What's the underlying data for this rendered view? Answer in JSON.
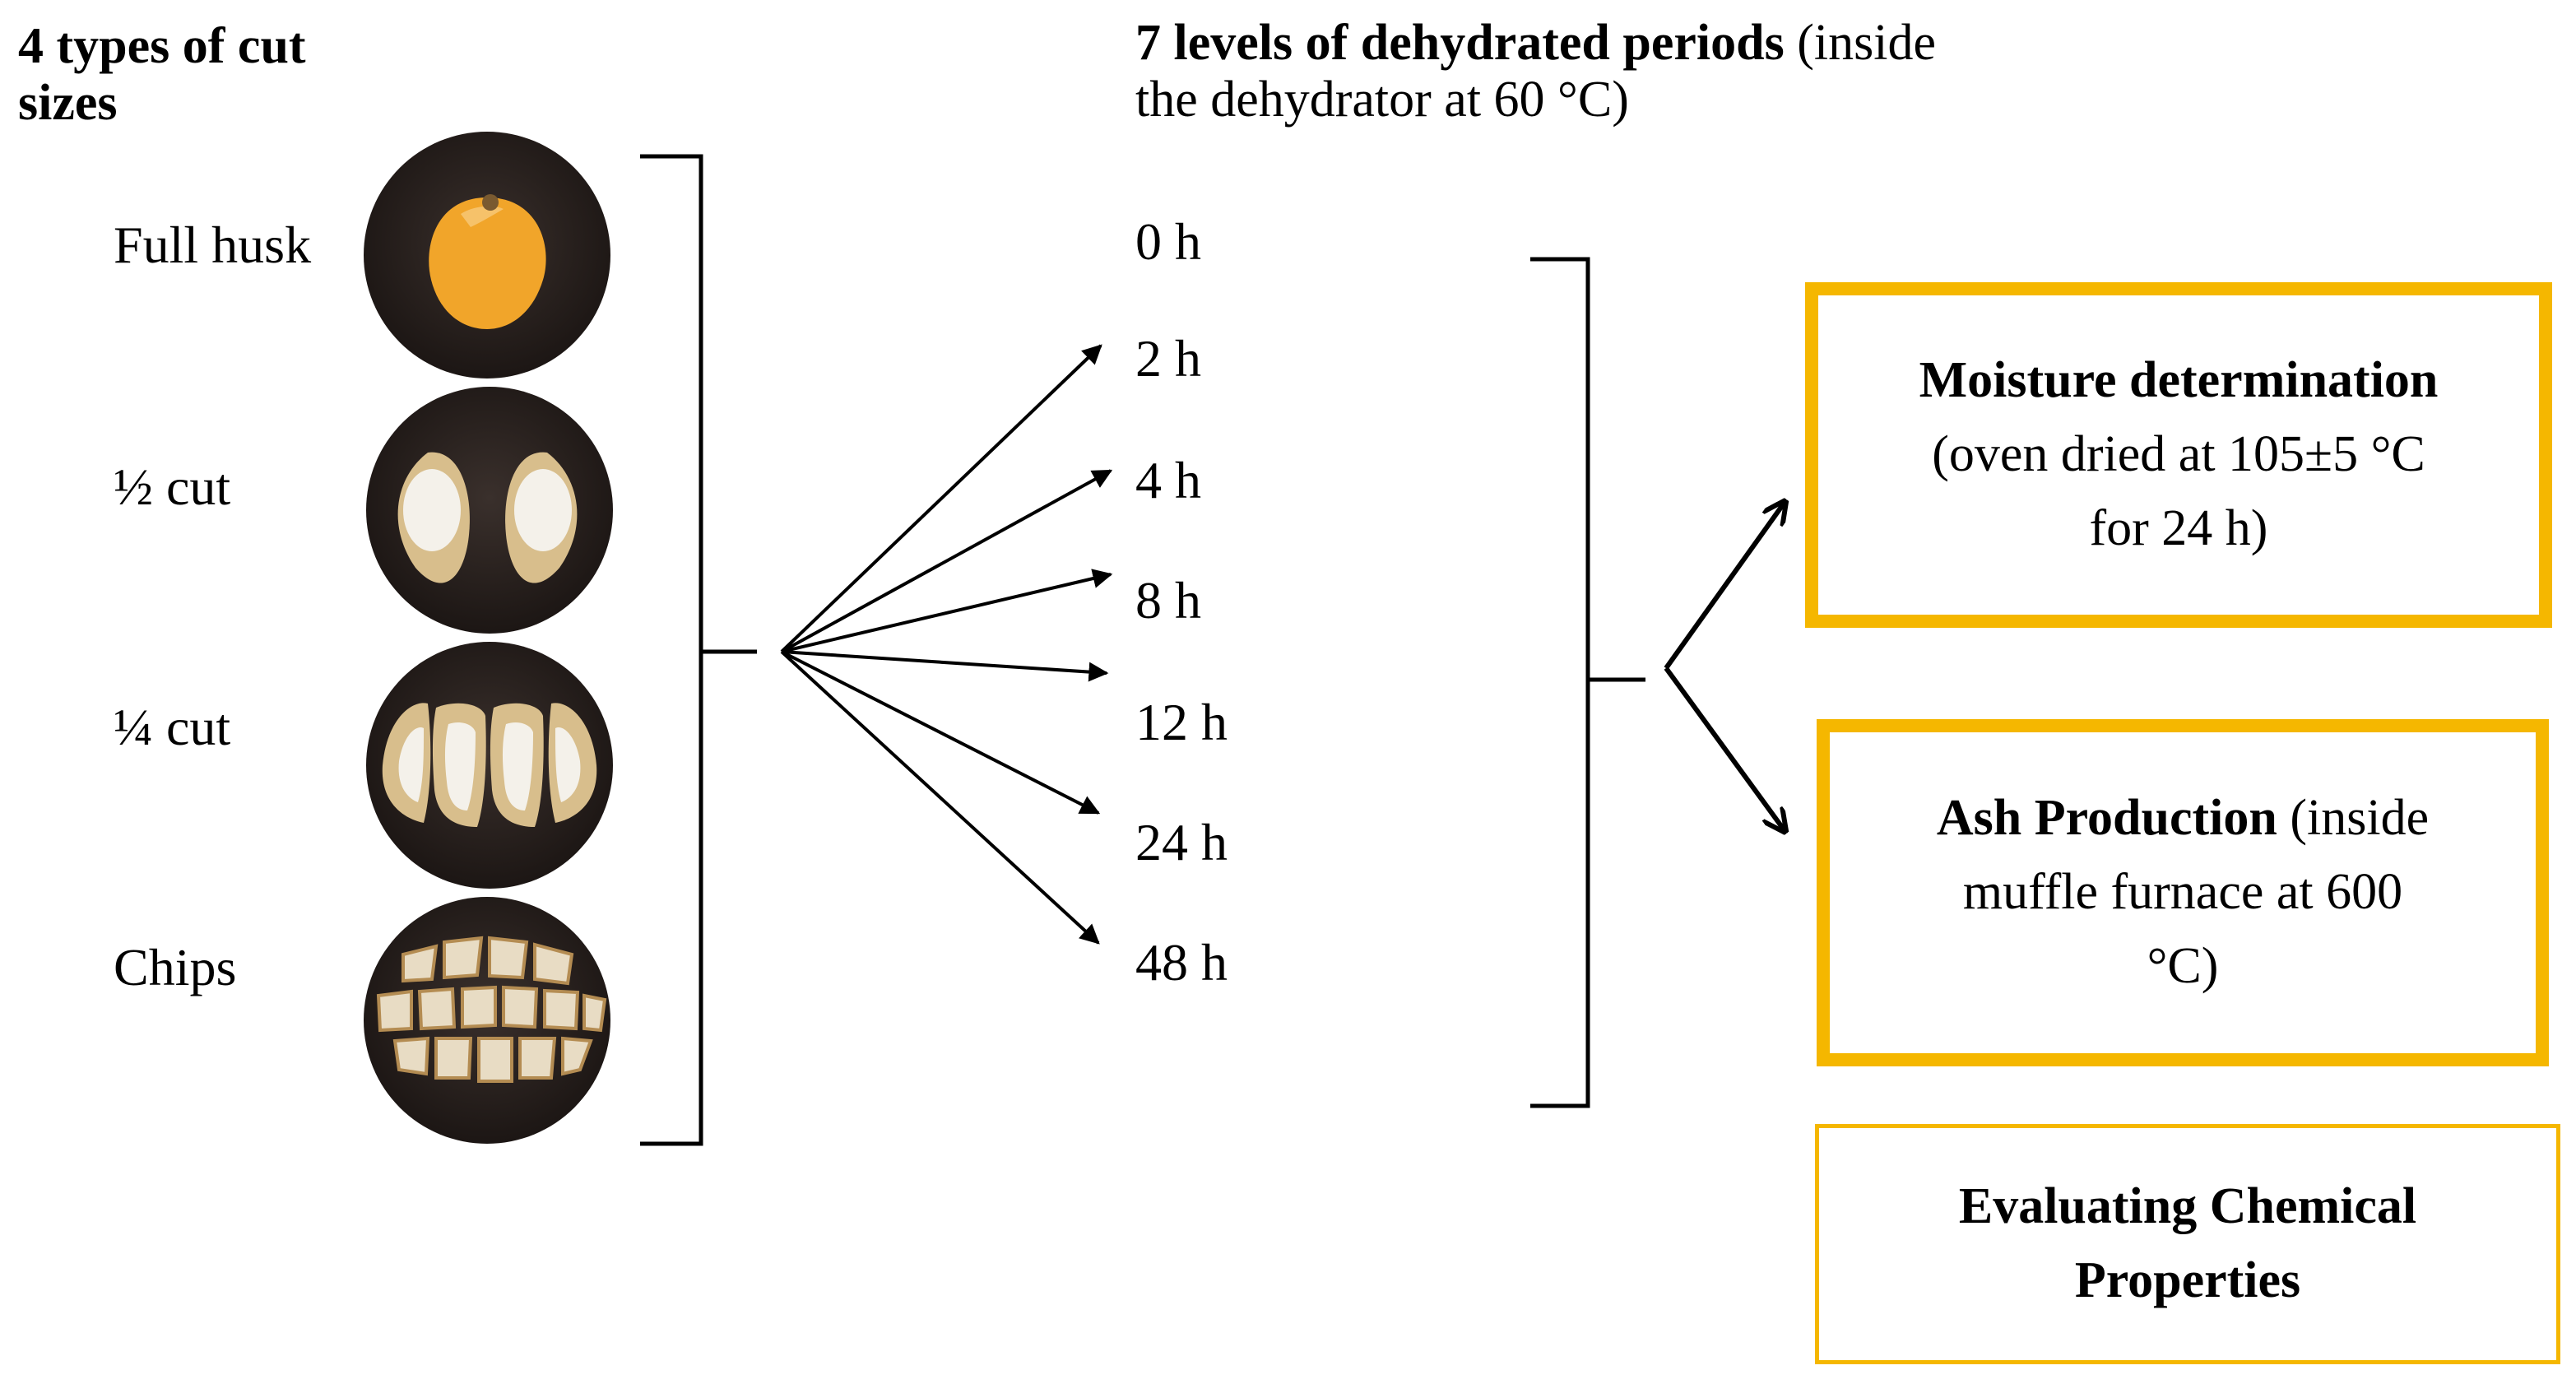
{
  "cut_sizes": {
    "heading_line1": "4 types of cut",
    "heading_line2": "sizes",
    "items": [
      {
        "label": "Full husk",
        "icon": "whole-husk-icon"
      },
      {
        "label": "½ cut",
        "icon": "half-cut-husk-icon"
      },
      {
        "label": "¼ cut",
        "icon": "quarter-cut-husk-icon"
      },
      {
        "label": "Chips",
        "icon": "husk-chips-icon"
      }
    ]
  },
  "dehydration": {
    "heading_bold": "7 levels of dehydrated periods",
    "heading_rest": " (inside",
    "heading_line2": "the dehydrator at 60 °C)",
    "periods": [
      "0 h",
      "2 h",
      "4 h",
      "8 h",
      "12 h",
      "24 h",
      "48 h"
    ]
  },
  "analyses": {
    "moisture": {
      "title": "Moisture determination",
      "line2": "(oven dried at 105±5 °C",
      "line3": "for 24 h)"
    },
    "ash": {
      "title": "Ash Production",
      "title_rest": " (inside",
      "line2": "muffle furnace at 600",
      "line3": "°C)"
    },
    "chemical": {
      "line1": "Evaluating Chemical",
      "line2": "Properties"
    }
  },
  "colors": {
    "box_border": "#F5B700",
    "plate": "#2a2220",
    "husk_orange": "#F1A52A",
    "husk_fibre": "#D8BE8C"
  }
}
